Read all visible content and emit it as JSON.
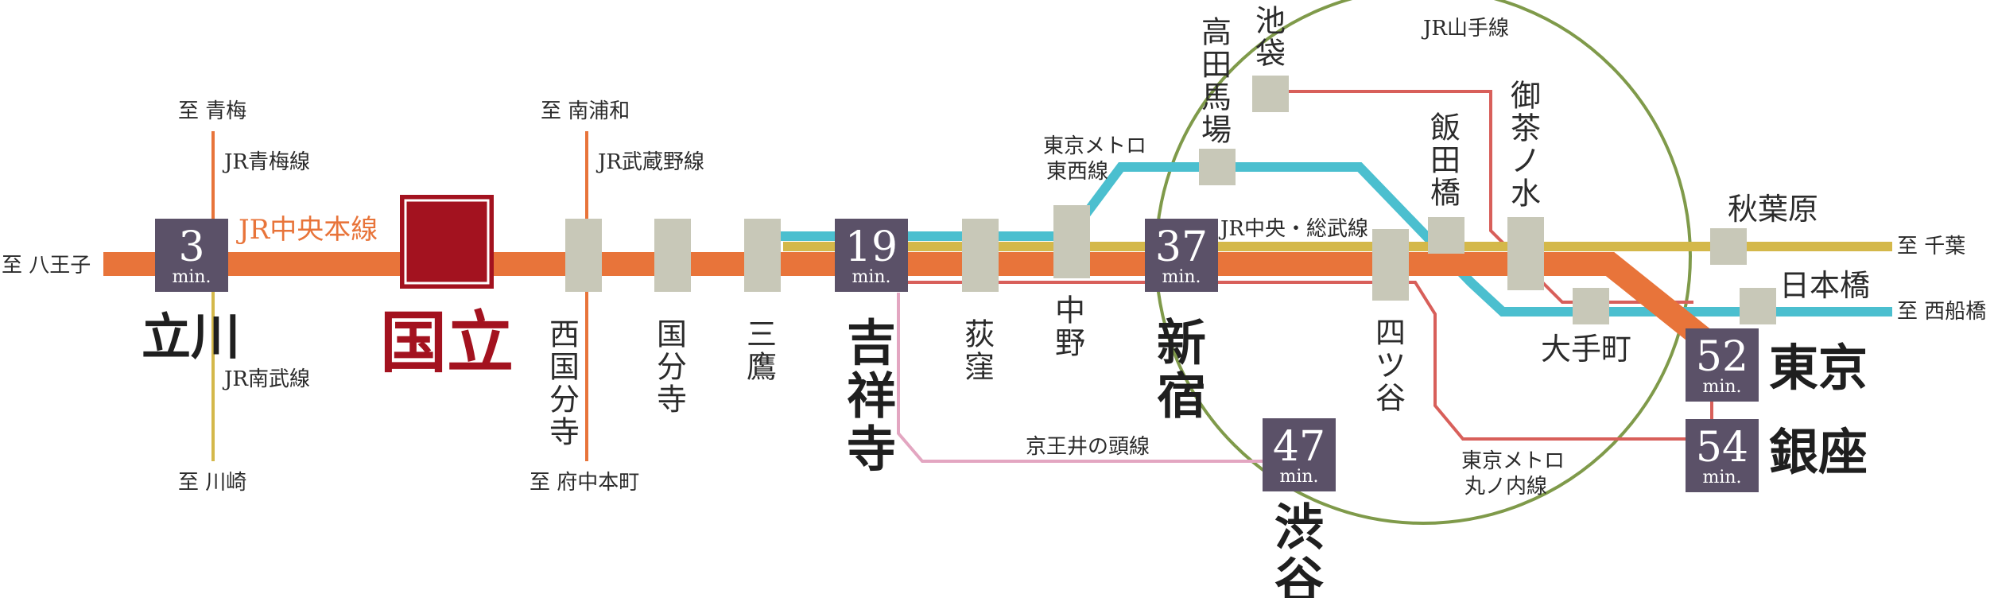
{
  "colors": {
    "chuo": "#e8743a",
    "sobu": "#d4b84a",
    "tozai": "#4bbfcf",
    "marunouchi": "#d85f5a",
    "keio": "#e3a6c1",
    "yamanote": "#7f9a4a",
    "station_box": "#c8c8b8",
    "time_box": "#5b5168",
    "home": "#a3121f"
  },
  "lines": {
    "chuo": "JR中央本線",
    "chuo_sobu": "JR中央・総武線",
    "yamanote": "JR山手線",
    "ome": "JR青梅線",
    "nambu": "JR南武線",
    "musashino": "JR武蔵野線",
    "keio_inokashira": "京王井の頭線",
    "tozai": [
      "東京メトロ",
      "東西線"
    ],
    "marunouchi": [
      "東京メトロ",
      "丸ノ内線"
    ]
  },
  "directions": {
    "hachioji": "至 八王子",
    "ome": "至 青梅",
    "kawasaki": "至 川崎",
    "minamiurawa": "至 南浦和",
    "fuchuhommachi": "至 府中本町",
    "chiba": "至 千葉",
    "nishifunabashi": "至 西船橋"
  },
  "home_station": "国立",
  "stations": {
    "tachikawa": "立川",
    "nishikokubunji": "西国分寺",
    "kokubunji": "国分寺",
    "mitaka": "三鷹",
    "kichijoji": "吉祥寺",
    "ogikubo": "荻窪",
    "nakano": "中野",
    "shinjuku": "新宿",
    "takadanobaba": "高田馬場",
    "ikebukuro": "池袋",
    "iidabashi": "飯田橋",
    "yotsuya": "四ツ谷",
    "ochanomizu": "御茶ノ水",
    "akihabara": "秋葉原",
    "otemachi": "大手町",
    "nihombashi": "日本橋",
    "tokyo": "東京",
    "ginza": "銀座",
    "shibuya": "渋谷"
  },
  "times": {
    "unit": "min.",
    "tachikawa": "3",
    "kichijoji": "19",
    "shinjuku": "37",
    "shibuya": "47",
    "tokyo": "52",
    "ginza": "54"
  }
}
